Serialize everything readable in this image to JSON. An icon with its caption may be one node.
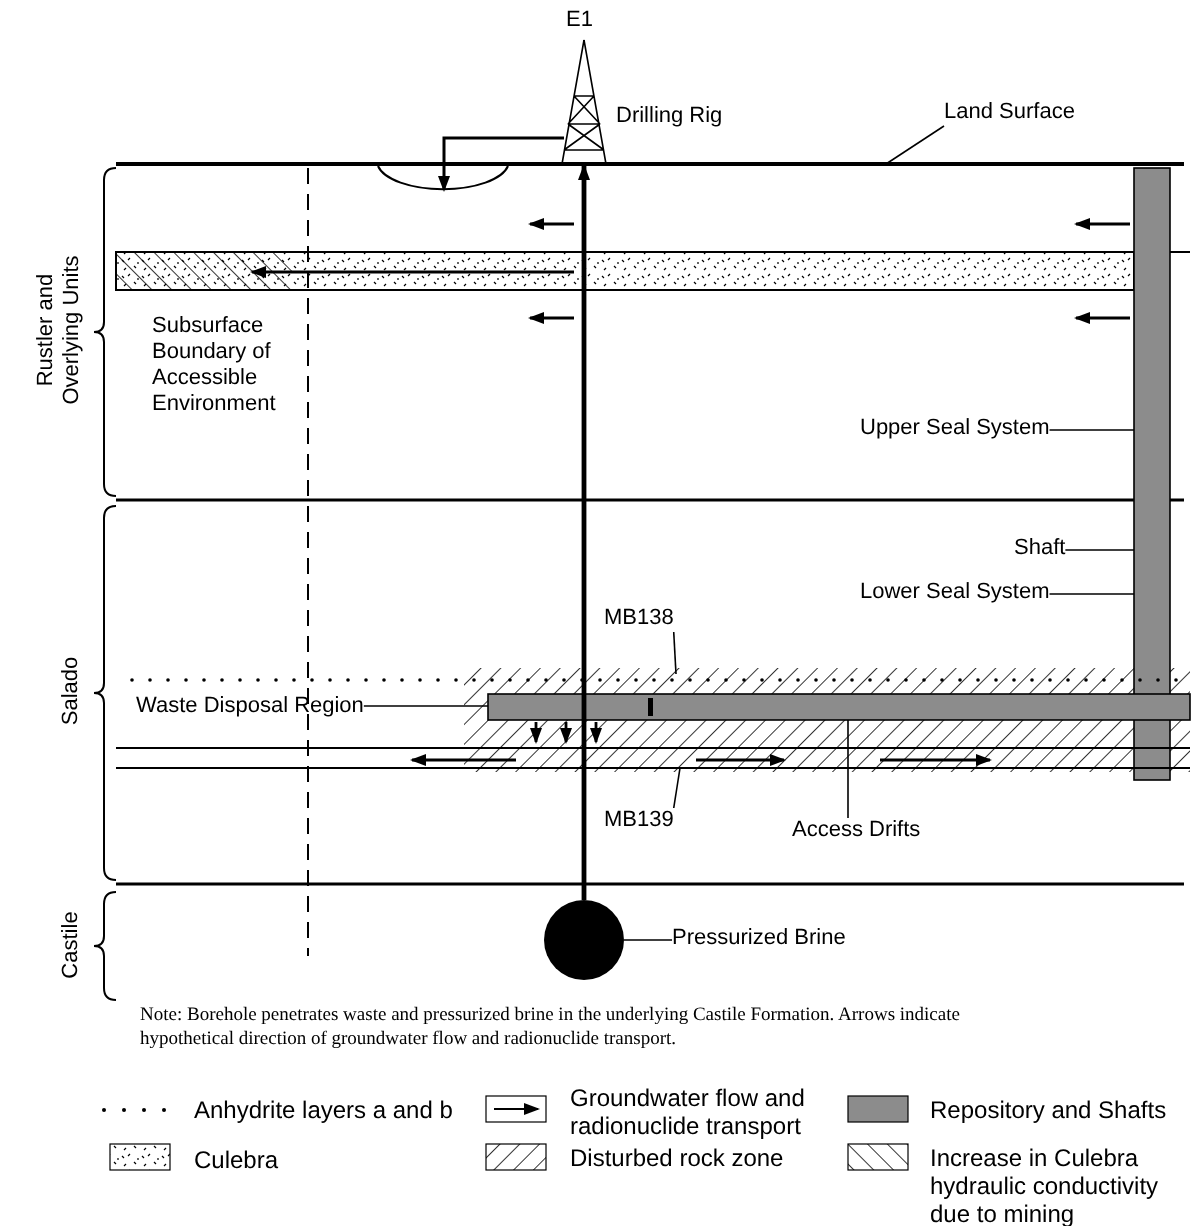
{
  "diagram": {
    "nodes": [
      {
        "text": [
          "Land Surface"
        ]
      },
      {
        "text": [],
        "shape": "line"
      },
      {
        "text": [
          "Upper Seal System"
        ]
      },
      {
        "text": [
          "Shaft"
        ]
      },
      {
        "text": [
          "Lower Seal System"
        ]
      },
      {
        "text": [],
        "shape": "bar"
      },
      {
        "text": [
          "MB138"
        ]
      },
      {
        "text": [],
        "shape": "band"
      },
      {
        "text": [
          "Waste Disposal Region"
        ]
      },
      {
        "text": [],
        "shape": "bar"
      },
      {
        "text": [
          "MB139"
        ]
      },
      {
        "text": [],
        "shape": "band"
      },
      {
        "text": [
          "Access Drifts"
        ]
      },
      {
        "text": [
          "Pressurized Brine"
        ]
      },
      {
        "text": [],
        "shape": "circle"
      }
    ],
    "edges": [
      {
        "from": 0,
        "to": 1,
        "arrow": "none"
      },
      {
        "from": 2,
        "to": 5,
        "arrow": "none"
      },
      {
        "from": 3,
        "to": 5,
        "arrow": "none"
      },
      {
        "from": 4,
        "to": 5,
        "arrow": "none"
      },
      {
        "from": 6,
        "to": 7,
        "arrow": "none"
      },
      {
        "from": 8,
        "to": 9,
        "arrow": "none"
      },
      {
        "from": 10,
        "to": 11,
        "arrow": "none"
      },
      {
        "from": 12,
        "to": 9,
        "arrow": "none"
      },
      {
        "from": 13,
        "to": 14,
        "arrow": "none"
      },
      {
        "from": 14,
        "to": 1,
        "arrow": "to",
        "style": "thick"
      }
    ],
    "labels": [
      "E1",
      "Drilling Rig",
      "Rustler and Overlying Units",
      "Subsurface Boundary of Accessible Environment",
      "Salado",
      "Castile",
      "Note: Borehole penetrates waste and pressurized brine in the underlying Castile Formation. Arrows indicate hypothetical direction of groundwater flow and radionuclide transport."
    ],
    "legend": [
      {
        "text": "Anhydrite layers a and b"
      },
      {
        "text": "Groundwater flow and radionuclide transport"
      },
      {
        "text": "Repository and Shafts",
        "color": "#8c8c8c"
      },
      {
        "text": "Culebra"
      },
      {
        "text": "Disturbed rock zone"
      },
      {
        "text": "Increase in Culebra hydraulic conductivity due to mining"
      }
    ]
  }
}
